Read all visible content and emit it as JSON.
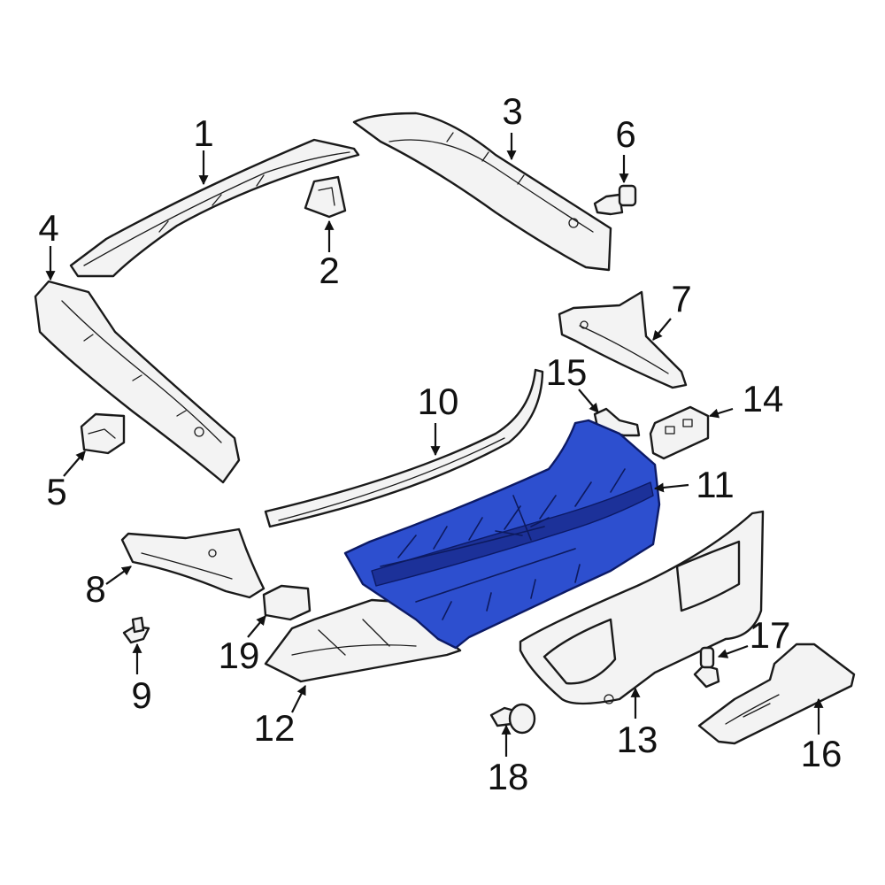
{
  "diagram": {
    "highlight_color": "#2d4fcf",
    "highlighted_part": "11",
    "callouts": [
      {
        "id": "1",
        "label": "1"
      },
      {
        "id": "2",
        "label": "2"
      },
      {
        "id": "3",
        "label": "3"
      },
      {
        "id": "4",
        "label": "4"
      },
      {
        "id": "5",
        "label": "5"
      },
      {
        "id": "6",
        "label": "6"
      },
      {
        "id": "7",
        "label": "7"
      },
      {
        "id": "8",
        "label": "8"
      },
      {
        "id": "9",
        "label": "9"
      },
      {
        "id": "10",
        "label": "10"
      },
      {
        "id": "11",
        "label": "11"
      },
      {
        "id": "12",
        "label": "12"
      },
      {
        "id": "13",
        "label": "13"
      },
      {
        "id": "14",
        "label": "14"
      },
      {
        "id": "15",
        "label": "15"
      },
      {
        "id": "16",
        "label": "16"
      },
      {
        "id": "17",
        "label": "17"
      },
      {
        "id": "18",
        "label": "18"
      },
      {
        "id": "19",
        "label": "19"
      }
    ]
  }
}
